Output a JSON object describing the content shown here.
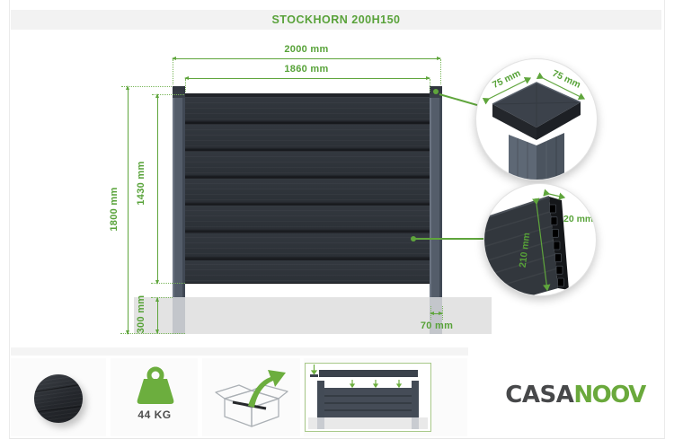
{
  "title": "STOCKHORN 200H150",
  "colors": {
    "accent_green": "#5fa53c",
    "panel_dark": "#2f343a",
    "post_slate": "#545d6a",
    "ground_gray": "#e3e3e3",
    "brand_dark": "#47484a",
    "brand_green": "#6aa93c"
  },
  "diagram": {
    "dimensions": {
      "total_width": "2000 mm",
      "panel_width": "1860 mm",
      "total_height": "1800 mm",
      "panel_height": "1430 mm",
      "ground_depth": "300 mm",
      "post_width": "70 mm"
    },
    "details": {
      "post_cap": {
        "width": "75 mm",
        "depth": "75 mm"
      },
      "plank": {
        "height": "210 mm",
        "thickness": "20 mm"
      }
    }
  },
  "footer": {
    "weight_label": "44 KG",
    "brand": {
      "casa": "CASA",
      "noov": "NOOV"
    }
  }
}
